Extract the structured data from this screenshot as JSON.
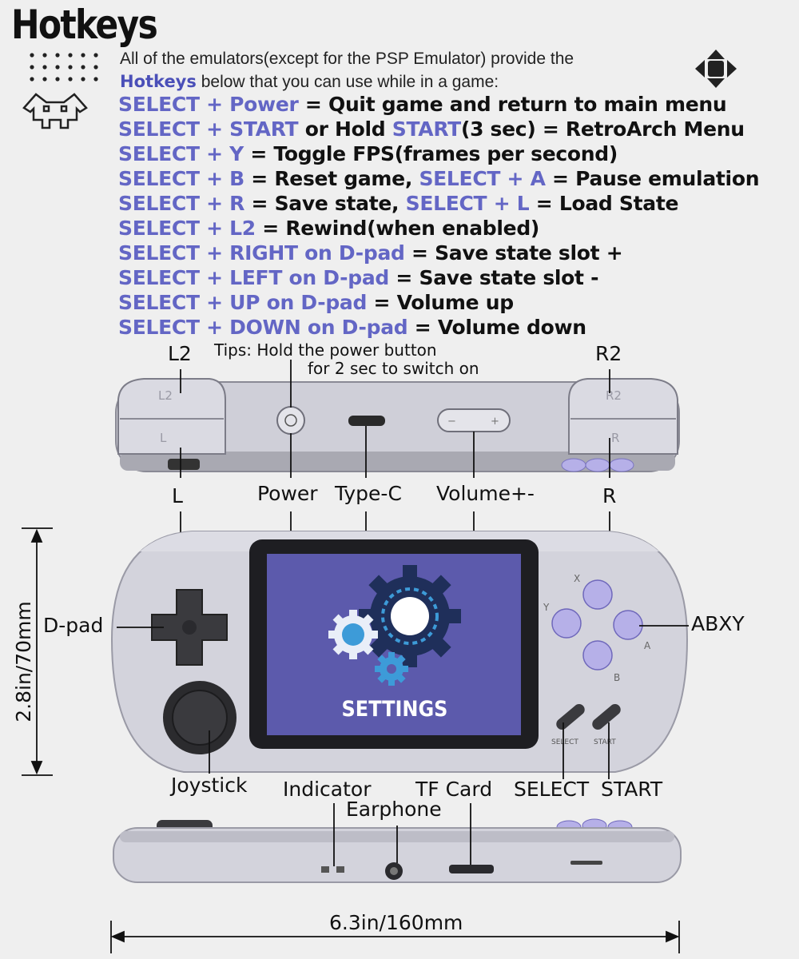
{
  "title": "Hotkeys",
  "intro": {
    "line1": "All of the emulators(except for the PSP Emulator) provide the",
    "hotkeys_word": "Hotkeys",
    "line2_rest": "below that you can use while in a game:"
  },
  "hotkeys": [
    [
      {
        "k": "SELECT + Power"
      },
      {
        "t": " = Quit game and return to main menu"
      }
    ],
    [
      {
        "k": "SELECT + START"
      },
      {
        "t": " or Hold "
      },
      {
        "k": "START"
      },
      {
        "t": "(3 sec) = RetroArch Menu"
      }
    ],
    [
      {
        "k": "SELECT + Y"
      },
      {
        "t": " = Toggle FPS(frames per second)"
      }
    ],
    [
      {
        "k": "SELECT + B"
      },
      {
        "t": " = Reset game, "
      },
      {
        "k": "SELECT + A"
      },
      {
        "t": " = Pause emulation"
      }
    ],
    [
      {
        "k": "SELECT + R"
      },
      {
        "t": " = Save state, "
      },
      {
        "k": "SELECT + L"
      },
      {
        "t": " = Load State"
      }
    ],
    [
      {
        "k": "SELECT + L2"
      },
      {
        "t": " = Rewind(when enabled)"
      }
    ],
    [
      {
        "k": "SELECT + RIGHT on D-pad"
      },
      {
        "t": " = Save state slot +"
      }
    ],
    [
      {
        "k": "SELECT + LEFT on D-pad"
      },
      {
        "t": " = Save state slot -"
      }
    ],
    [
      {
        "k": "SELECT + UP on D-pad"
      },
      {
        "t": " = Volume up"
      }
    ],
    [
      {
        "k": "SELECT + DOWN on D-pad"
      },
      {
        "t": " = Volume down"
      }
    ]
  ],
  "tips": {
    "line1": "Tips: Hold the power button",
    "line2": "for 2 sec to switch on"
  },
  "labels": {
    "l2": "L2",
    "r2": "R2",
    "l": "L",
    "r": "R",
    "power": "Power",
    "typec": "Type-C",
    "volume": "Volume+-",
    "dpad": "D-pad",
    "abxy": "ABXY",
    "joystick": "Joystick",
    "indicator": "Indicator",
    "tfcard": "TF Card",
    "select": "SELECT",
    "start": "START",
    "earphone": "Earphone"
  },
  "dimensions": {
    "height": "2.8in/70mm",
    "width": "6.3in/160mm"
  },
  "device_print": {
    "l2": "L2",
    "r2": "R2",
    "l": "L",
    "r": "R",
    "x": "X",
    "y": "Y",
    "a": "A",
    "b": "B",
    "select": "SELECT",
    "start": "START",
    "vol_minus": "−",
    "vol_plus": "+"
  },
  "screen": {
    "text": "SETTINGS"
  },
  "colors": {
    "accent": "#6366c5",
    "body": "#d3d3dc",
    "screen": "#5c5aac",
    "buttons": "#b6b0e8"
  }
}
